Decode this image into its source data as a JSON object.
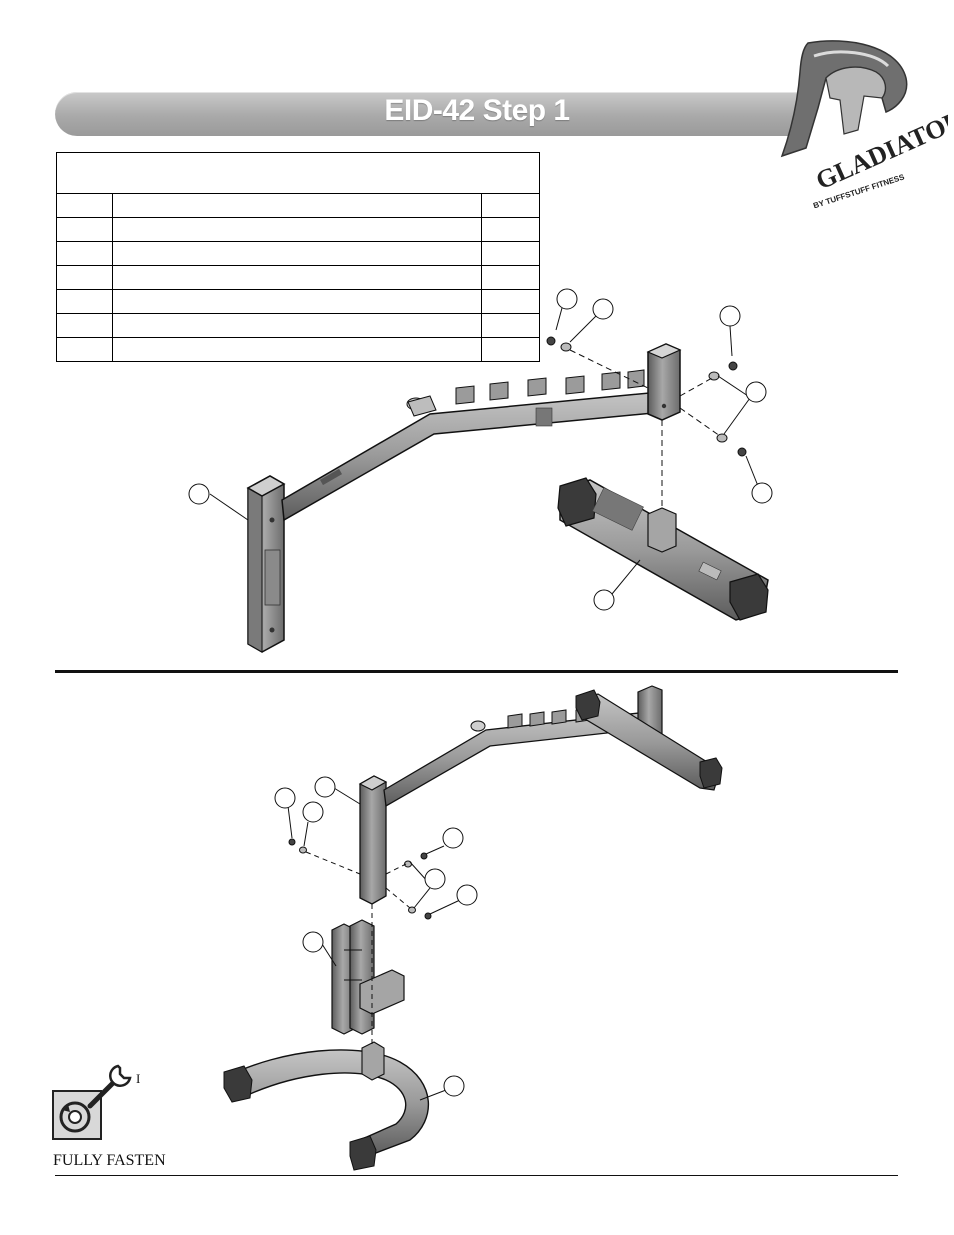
{
  "header": {
    "title": "EID-42 Step 1",
    "bar_color": "#a9a9a9"
  },
  "logo": {
    "brand": "GLADIATOR",
    "tagline": "BY TUFFSTUFF FITNESS",
    "icon": "spartan-helmet-icon"
  },
  "parts_table": {
    "header": "",
    "rows": [
      {
        "key": "",
        "description": "",
        "qty": ""
      },
      {
        "key": "",
        "description": "",
        "qty": ""
      },
      {
        "key": "",
        "description": "",
        "qty": ""
      },
      {
        "key": "",
        "description": "",
        "qty": ""
      },
      {
        "key": "",
        "description": "",
        "qty": ""
      },
      {
        "key": "",
        "description": "",
        "qty": ""
      },
      {
        "key": "",
        "description": "",
        "qty": ""
      }
    ]
  },
  "fasten": {
    "icon": "wrench-tighten-icon",
    "mark": "I",
    "label": "FULLY FASTEN"
  },
  "colors": {
    "line": "#111111",
    "frame_fill": "#9a9a9a",
    "frame_light": "#c4c4c4",
    "frame_dark": "#5c5c5c"
  }
}
